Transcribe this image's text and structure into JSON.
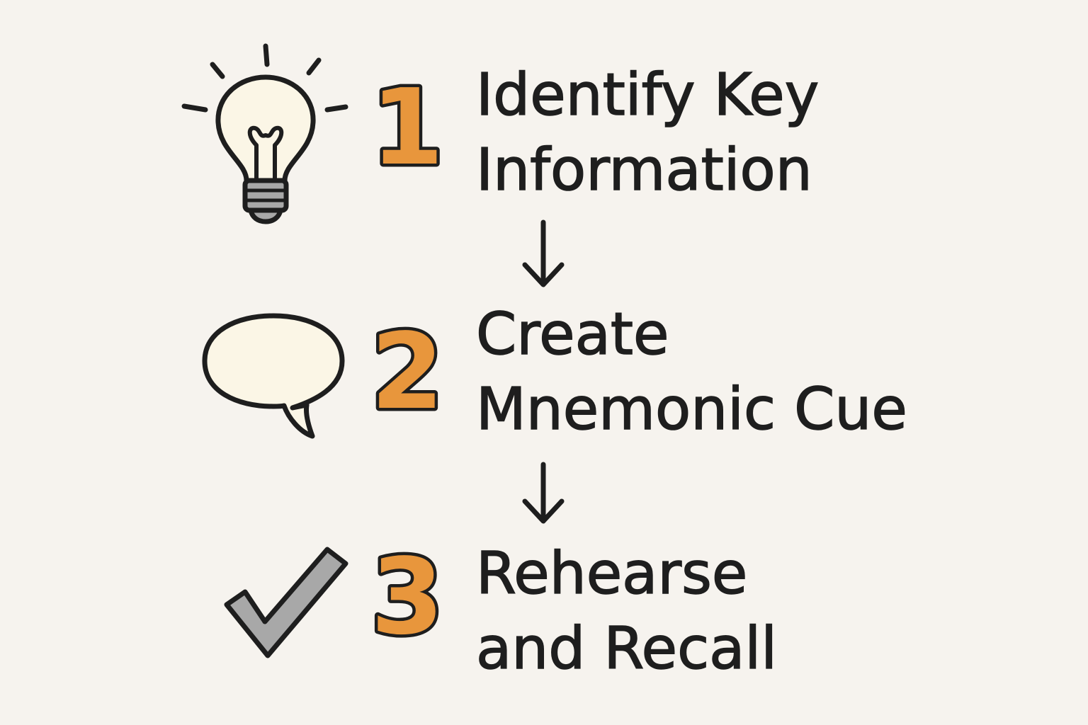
{
  "steps": [
    {
      "number": "1",
      "lines": [
        "Identify Key",
        "Information"
      ],
      "icon": "lightbulb-icon"
    },
    {
      "number": "2",
      "lines": [
        "Create",
        "Mnemonic Cue"
      ],
      "icon": "speech-bubble-icon"
    },
    {
      "number": "3",
      "lines": [
        "Rehearse",
        "and Recall"
      ],
      "icon": "checkmark-icon"
    }
  ],
  "colors": {
    "background": "#f6f3ee",
    "ink": "#1e1e1e",
    "number_fill": "#e8963c",
    "icon_fill_cream": "#fbf6e6",
    "icon_fill_gray": "#a8a8a8"
  }
}
